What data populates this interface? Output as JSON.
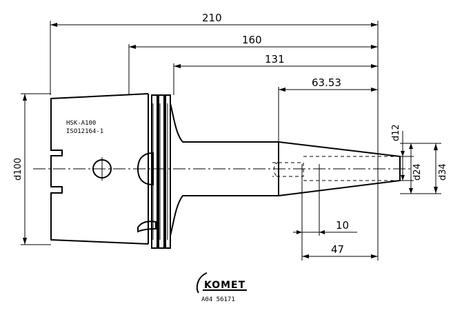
{
  "dimensions": {
    "length_210": "210",
    "length_160": "160",
    "length_131": "131",
    "length_63_53": "63.53",
    "length_10": "10",
    "length_47": "47",
    "dia_100": "d100",
    "dia_12": "d12",
    "dia_24": "d24",
    "dia_34": "d34"
  },
  "part_label": {
    "line1": "HSK-A100",
    "line2": "ISO12164-1"
  },
  "logo": {
    "brand": "KOMET",
    "code": "A04 56171"
  }
}
